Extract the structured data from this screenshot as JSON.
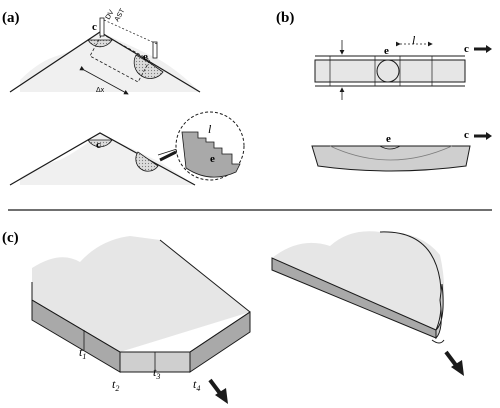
{
  "panels": {
    "a": {
      "label": "(a)",
      "top": {
        "c": "c",
        "e": "e",
        "dv": "DV",
        "ast": "AST",
        "dx": "Δx"
      },
      "bottom": {
        "c": "c",
        "e": "e",
        "l": "l"
      }
    },
    "b": {
      "label": "(b)",
      "top": {
        "e": "e",
        "c": "c",
        "l": "l"
      },
      "bottom": {
        "e": "e",
        "c": "c"
      }
    },
    "c": {
      "label": "(c)",
      "times": [
        {
          "base": "t",
          "sub": "1"
        },
        {
          "base": "t",
          "sub": "2"
        },
        {
          "base": "t",
          "sub": "3"
        },
        {
          "base": "t",
          "sub": "4"
        }
      ]
    }
  },
  "colors": {
    "line": "#1a1a1a",
    "snow": "#f0f0f0",
    "light_fill": "#e6e6e6",
    "mid_fill": "#cfcfcf",
    "dark_fill": "#a9a9a9",
    "hatch": "#8c8c8c"
  }
}
